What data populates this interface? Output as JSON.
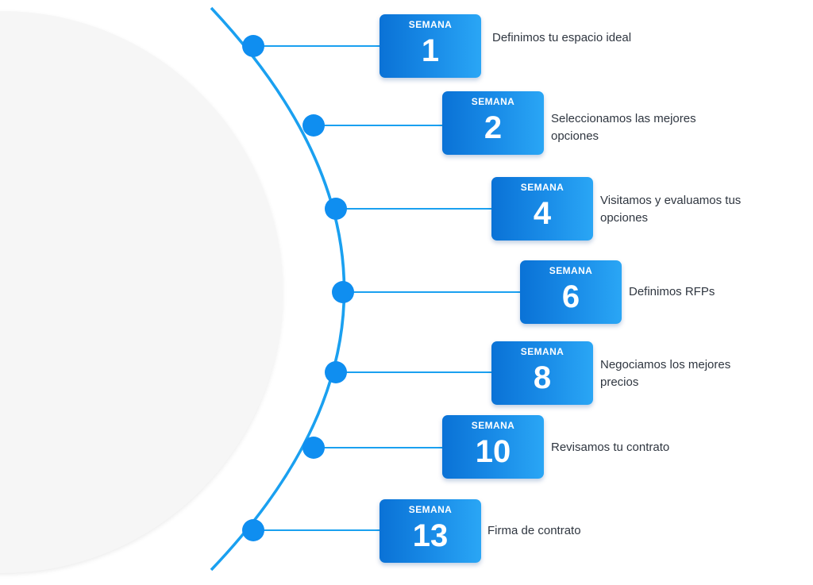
{
  "colors": {
    "accent": "#1a8de8",
    "line": "#1aa0f0",
    "text": "#2f3640",
    "background_circle": "#f6f6f6"
  },
  "steps": [
    {
      "label": "SEMANA",
      "number": "1",
      "text": "Definimos tu espacio ideal"
    },
    {
      "label": "SEMANA",
      "number": "2",
      "text": "Seleccionamos las mejores opciones"
    },
    {
      "label": "SEMANA",
      "number": "4",
      "text": "Visitamos y evaluamos tus opciones"
    },
    {
      "label": "SEMANA",
      "number": "6",
      "text": "Definimos RFPs"
    },
    {
      "label": "SEMANA",
      "number": "8",
      "text": "Negociamos los mejores precios"
    },
    {
      "label": "SEMANA",
      "number": "10",
      "text": "Revisamos tu contrato"
    },
    {
      "label": "SEMANA",
      "number": "13",
      "text": "Firma de contrato"
    }
  ]
}
